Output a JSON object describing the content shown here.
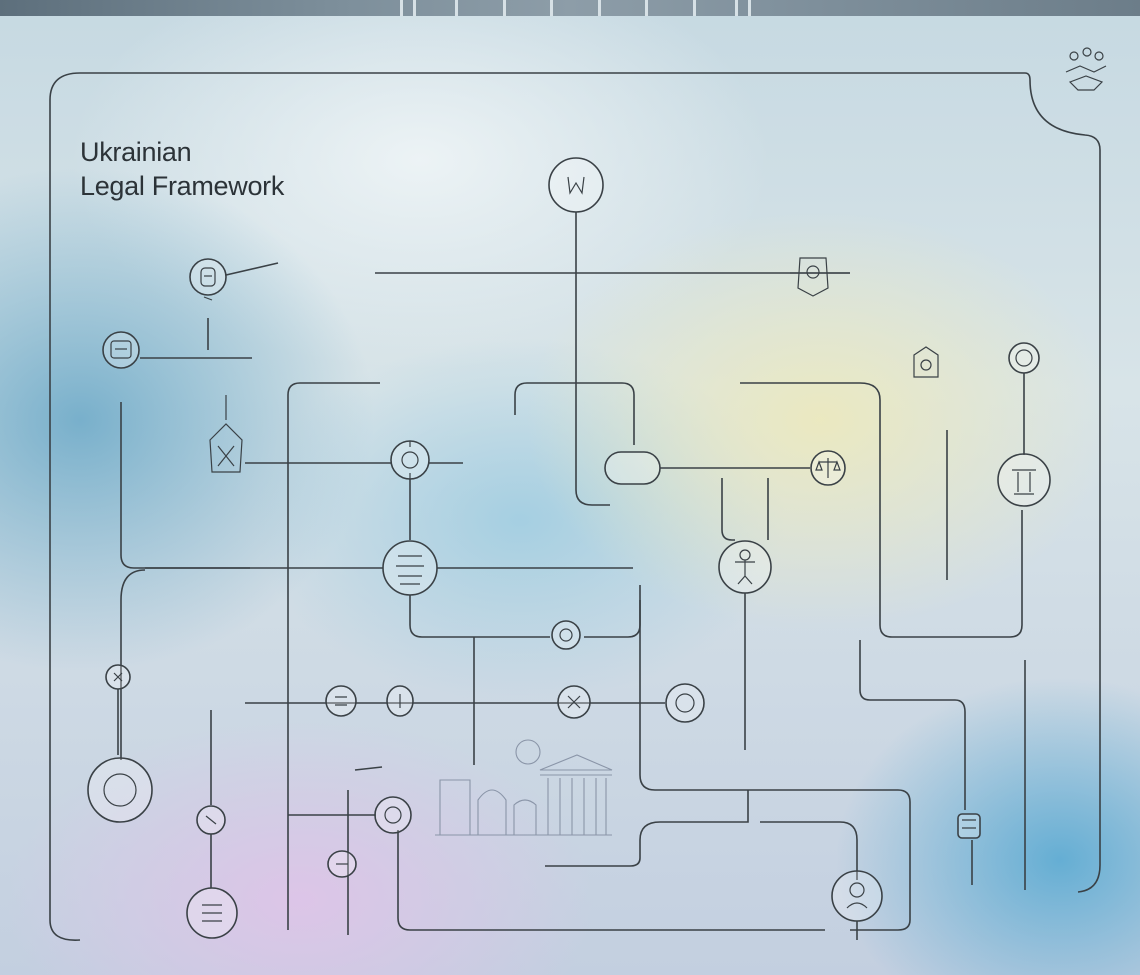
{
  "title": {
    "line1": "Ukrainian",
    "line2": "Legal Framework"
  },
  "nodes": [
    {
      "id": "top-w",
      "glyph": "W",
      "icon": "letter-w-icon"
    },
    {
      "id": "emblem",
      "icon": "emblem-icon"
    },
    {
      "id": "seal-left",
      "icon": "seal-icon"
    },
    {
      "id": "shield-left",
      "icon": "shield-icon"
    },
    {
      "id": "lantern",
      "icon": "lantern-icon"
    },
    {
      "id": "compass",
      "icon": "compass-icon"
    },
    {
      "id": "hub-center",
      "icon": "hub-icon"
    },
    {
      "id": "pill-center",
      "icon": "pill-node"
    },
    {
      "id": "scales",
      "icon": "scales-icon"
    },
    {
      "id": "figure",
      "icon": "figure-icon"
    },
    {
      "id": "badge-right",
      "icon": "badge-icon"
    },
    {
      "id": "medal-right",
      "icon": "medal-icon"
    },
    {
      "id": "pillar-right",
      "icon": "pillar-icon"
    },
    {
      "id": "court-building",
      "icon": "courthouse-icon"
    },
    {
      "id": "person-bottom",
      "icon": "person-icon"
    }
  ],
  "colors": {
    "line": "#3a4146",
    "text": "#3d464d",
    "title": "#2c3338"
  }
}
